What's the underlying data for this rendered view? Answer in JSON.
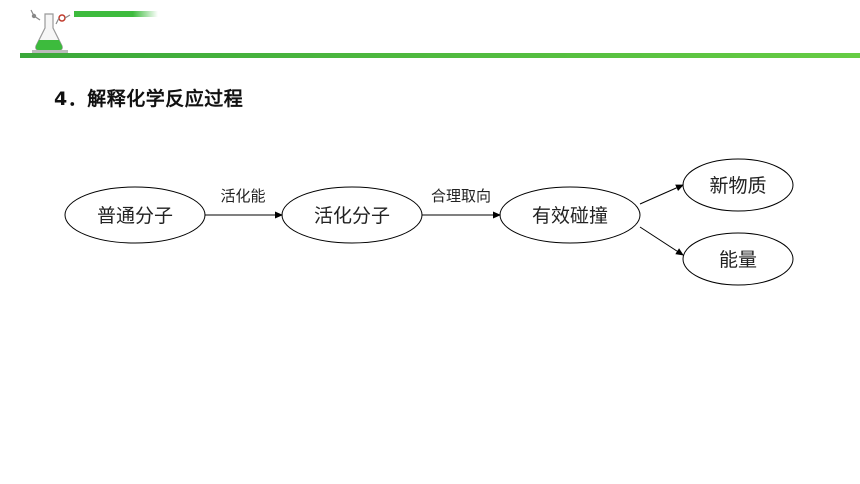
{
  "heading": {
    "number": "4．",
    "text": "解释化学反应过程"
  },
  "diagram": {
    "nodes": {
      "n1": "普通分子",
      "n2": "活化分子",
      "n3": "有效碰撞",
      "n4": "新物质",
      "n5": "能量"
    },
    "edges": {
      "e1": "活化能",
      "e2": "合理取向"
    }
  },
  "colors": {
    "accent": "#3dbb3d",
    "line": "#000000"
  },
  "icons": {
    "logo": "flask-logo-icon"
  }
}
